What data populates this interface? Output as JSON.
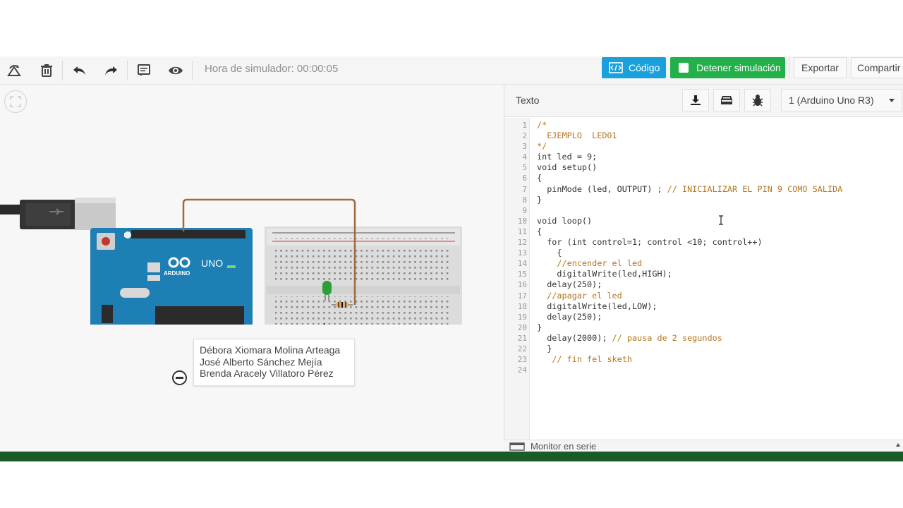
{
  "toolbar": {
    "rotate_icon": "rotate-icon",
    "delete_icon": "trash-icon",
    "undo_icon": "undo-icon",
    "redo_icon": "redo-icon",
    "notes_icon": "notes-icon",
    "visibility_icon": "eye-icon",
    "sim_time": "Hora de simulador: 00:00:05",
    "code_label": "Código",
    "stop_label": "Detener simulación",
    "export_label": "Exportar",
    "share_label": "Compartir"
  },
  "canvas": {
    "board_brand": "ARDUINO",
    "board_model": "UNO",
    "note_lines": [
      "Débora Xiomara Molina Arteaga",
      "José Alberto Sánchez Mejía",
      "Brenda Aracely Villatoro Pérez"
    ]
  },
  "code_panel": {
    "mode_label": "Texto",
    "download_icon": "download-icon",
    "library_icon": "library-icon",
    "debug_icon": "bug-icon",
    "device": "1 (Arduino Uno R3)",
    "lines": [
      "/*",
      "  EJEMPLO  LED01",
      "*/",
      "int led = 9;",
      "void setup()",
      "{",
      "  pinMode (led, OUTPUT) ; // INICIALIZAR EL PIN 9 COMO SALIDA",
      "}",
      "",
      "void loop()",
      "{",
      "  for (int control=1; control <10; control++)",
      "    {",
      "    //encender el led",
      "    digitalWrite(led,HIGH);",
      "  delay(250);",
      "  //apagar el led",
      "  digitalWrite(led,LOW);",
      "  delay(250);",
      "}",
      "  delay(2000); // pausa de 2 segundos",
      "  }",
      "   // fin fel sketh",
      ""
    ],
    "serial_label": "Monitor en serie"
  },
  "colors": {
    "code_button": "#1aa0dd",
    "stop_button": "#23b04a",
    "board": "#1d7fb4",
    "comment": "#b5761d",
    "bottom_bar": "#1a5c25"
  }
}
